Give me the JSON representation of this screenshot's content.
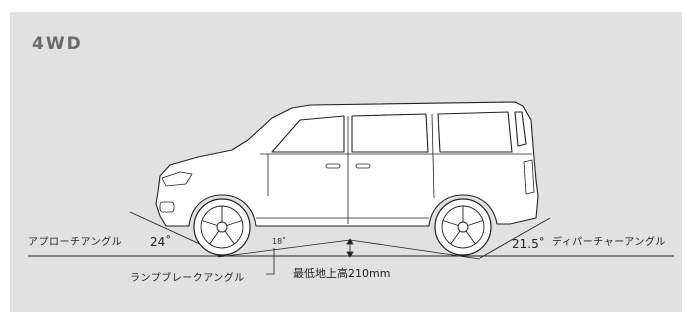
{
  "header": {
    "title": "4WD"
  },
  "diagram": {
    "approach_angle_label": "アプローチアングル",
    "approach_angle_value": "24˚",
    "breakover_angle_label": "ランプブレークアングル",
    "breakover_angle_value": "18˚",
    "ground_clearance_label": "最低地上高210mm",
    "departure_angle_value": "21.5˚",
    "departure_angle_label": "ディパーチャーアングル"
  },
  "colors": {
    "panel_bg": "#e1e1e1",
    "title": "#6a6a6a",
    "line": "#222222",
    "body": "#ffffff"
  }
}
